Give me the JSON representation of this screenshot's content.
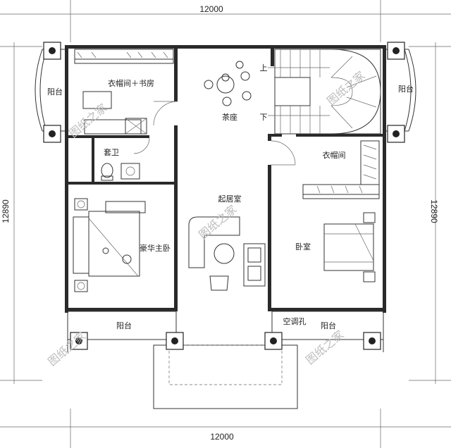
{
  "dimensions": {
    "top_width": "12000",
    "bottom_width": "12000",
    "left_depth": "12890",
    "right_depth": "12890"
  },
  "rooms": {
    "study": "衣帽间＋书房",
    "tea": "茶座",
    "bath": "套卫",
    "wardrobe": "衣帽间",
    "living": "起居室",
    "master": "豪华主卧",
    "bedroom": "卧室",
    "balcony_left": "阳台",
    "balcony_right": "阳台",
    "balcony_front_left": "阳台",
    "balcony_front_right": "阳台",
    "ac_hole": "空调孔"
  },
  "stair": {
    "up": "上",
    "down": "下"
  },
  "watermark": "图纸之家"
}
